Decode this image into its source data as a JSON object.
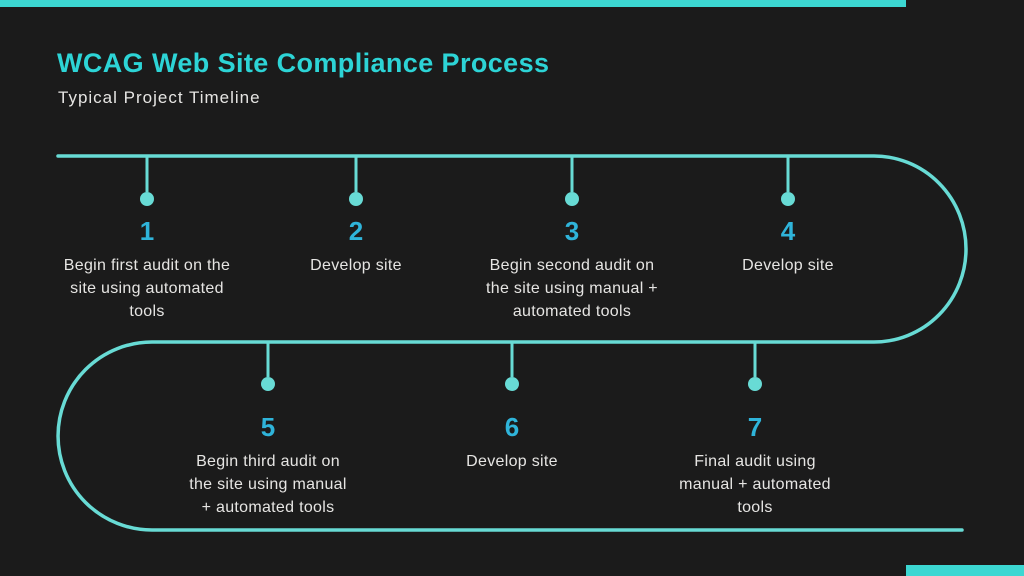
{
  "page": {
    "background": "#1b1b1b",
    "accent_color": "#3cd7d2",
    "line_color": "#68dbd5",
    "number_color": "#2fb4da",
    "text_color": "#e6e5e3",
    "title_color": "#2dd4d6"
  },
  "header": {
    "title": "WCAG Web Site Compliance Process",
    "subtitle": "Typical Project Timeline"
  },
  "timeline": {
    "steps": [
      {
        "number": "1",
        "label": "Begin first audit on the\nsite using automated\ntools"
      },
      {
        "number": "2",
        "label": "Develop site"
      },
      {
        "number": "3",
        "label": "Begin second audit on\nthe site using manual +\nautomated tools"
      },
      {
        "number": "4",
        "label": "Develop site"
      },
      {
        "number": "5",
        "label": "Begin third audit on\nthe site using manual\n+ automated tools"
      },
      {
        "number": "6",
        "label": "Develop site"
      },
      {
        "number": "7",
        "label": "Final audit using\nmanual + automated\ntools"
      }
    ]
  }
}
